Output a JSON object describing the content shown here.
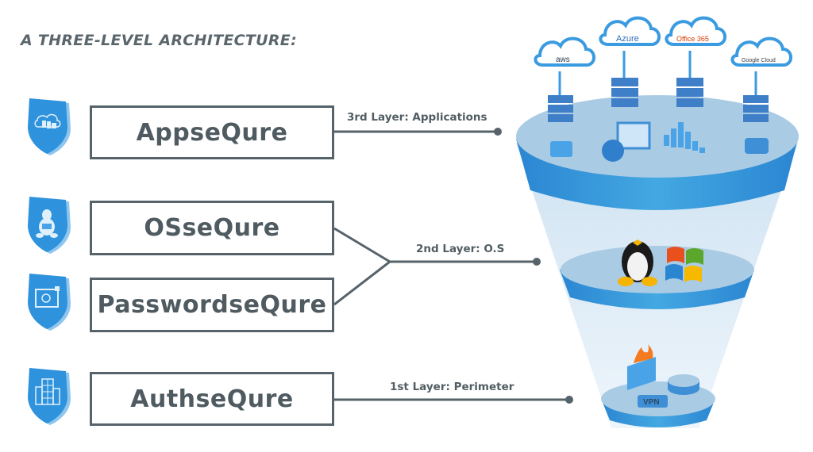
{
  "title": "A THREE-LEVEL ARCHITECTURE:",
  "products": [
    {
      "name": "AppseQure",
      "icon": "cloud-apps-shield-icon"
    },
    {
      "name": "OSseQure",
      "icon": "linux-penguin-shield-icon"
    },
    {
      "name": "PasswordseQure",
      "icon": "password-vault-shield-icon"
    },
    {
      "name": "AuthseQure",
      "icon": "building-shield-icon"
    }
  ],
  "layers": [
    {
      "label": "3rd Layer: Applications"
    },
    {
      "label": "2nd Layer: O.S"
    },
    {
      "label": "1st Layer: Perimeter"
    }
  ],
  "clouds": [
    "aws",
    "Azure",
    "Office 365",
    "Google Cloud"
  ],
  "perimeter": {
    "vpn_label": "VPN"
  },
  "colors": {
    "text": "#4f5b61",
    "line": "#56636a",
    "funnel_top": "#aacbe4",
    "funnel_band": "#2f8fd6",
    "funnel_body": "#dcebf6"
  }
}
